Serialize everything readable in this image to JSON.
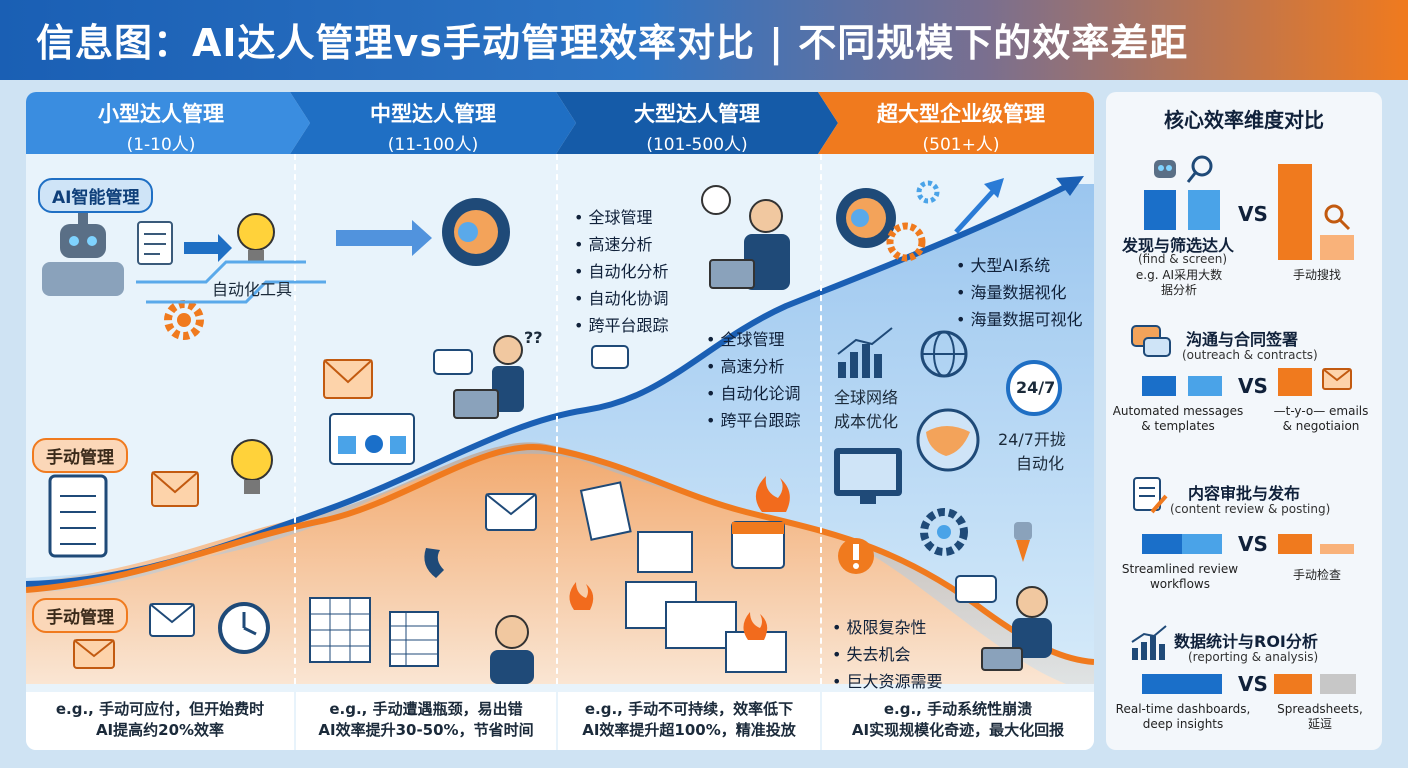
{
  "title": "信息图：AI达人管理vs手动管理效率对比 | 不同规模下的效率差距",
  "columns": [
    {
      "name": "小型达人管理",
      "range": "(1-10人)"
    },
    {
      "name": "中型达人管理",
      "range": "(11-100人)"
    },
    {
      "name": "大型达人管理",
      "range": "(101-500人)"
    },
    {
      "name": "超大型企业级管理",
      "range": "(501+人)"
    }
  ],
  "labels": {
    "ai_pill": "AI智能管理",
    "manual_pill_1": "手动管理",
    "manual_pill_2": "手动管理",
    "auto_tool": "自动化工具",
    "qq": "??"
  },
  "col3_ai_list": [
    "全球管理",
    "高速分析",
    "自动化分析",
    "自动化协调",
    "跨平台跟踪"
  ],
  "col3_mid_list": [
    "全球管理",
    "高速分析",
    "自动化论调",
    "跨平台跟踪"
  ],
  "col4_ai_list": [
    "大型AI系统",
    "海量数据视化",
    "海量数据可视化"
  ],
  "col4_labels": {
    "global": "全球网络",
    "cost": "成本优化",
    "clock": "24/7",
    "clock2": "24/7开拢",
    "auto": "自动化"
  },
  "col4_manual_list": [
    "极限复杂性",
    "失去机会",
    "巨大资源需要"
  ],
  "footers": [
    {
      "l1": "e.g., 手动可应付，但开始费时",
      "l2": "AI提高约20%效率"
    },
    {
      "l1": "e.g., 手动遭遇瓶颈，易出错",
      "l2": "AI效率提升30-50%，节省时间"
    },
    {
      "l1": "e.g., 手动不可持续，效率低下",
      "l2": "AI效率提升超100%，精准投放"
    },
    {
      "l1": "e.g., 手动系统性崩溃",
      "l2": "AI实现规模化奇迹，最大化回报"
    }
  ],
  "panel": {
    "title": "核心效率维度对比",
    "vs": "VS",
    "dims": [
      {
        "title": "发现与筛选达人",
        "sub": "(find & screen)",
        "ai_cap": "e.g. AI采用大数\n据分析",
        "man_cap": "手动搜找"
      },
      {
        "title": "沟通与合同签署",
        "sub": "(outreach & contracts)",
        "ai_cap": "Automated messages\n& templates",
        "man_cap": "—t-y-o— emails\n& negotiaion"
      },
      {
        "title": "内容审批与发布",
        "sub": "(content review & posting)",
        "ai_cap": "Streamlined review\nworkflows",
        "man_cap": "手动检查"
      },
      {
        "title": "数据统计与ROI分析",
        "sub": "(reporting & analysis)",
        "ai_cap": "Real-time dashboards,\ndeep insights",
        "man_cap": "Spreadsheets,\n延逗"
      }
    ]
  },
  "colors": {
    "ai": "#1a6fc9",
    "ai_light": "#4aa3e8",
    "manual": "#f07a1e",
    "manual_light": "#f9b27a"
  }
}
